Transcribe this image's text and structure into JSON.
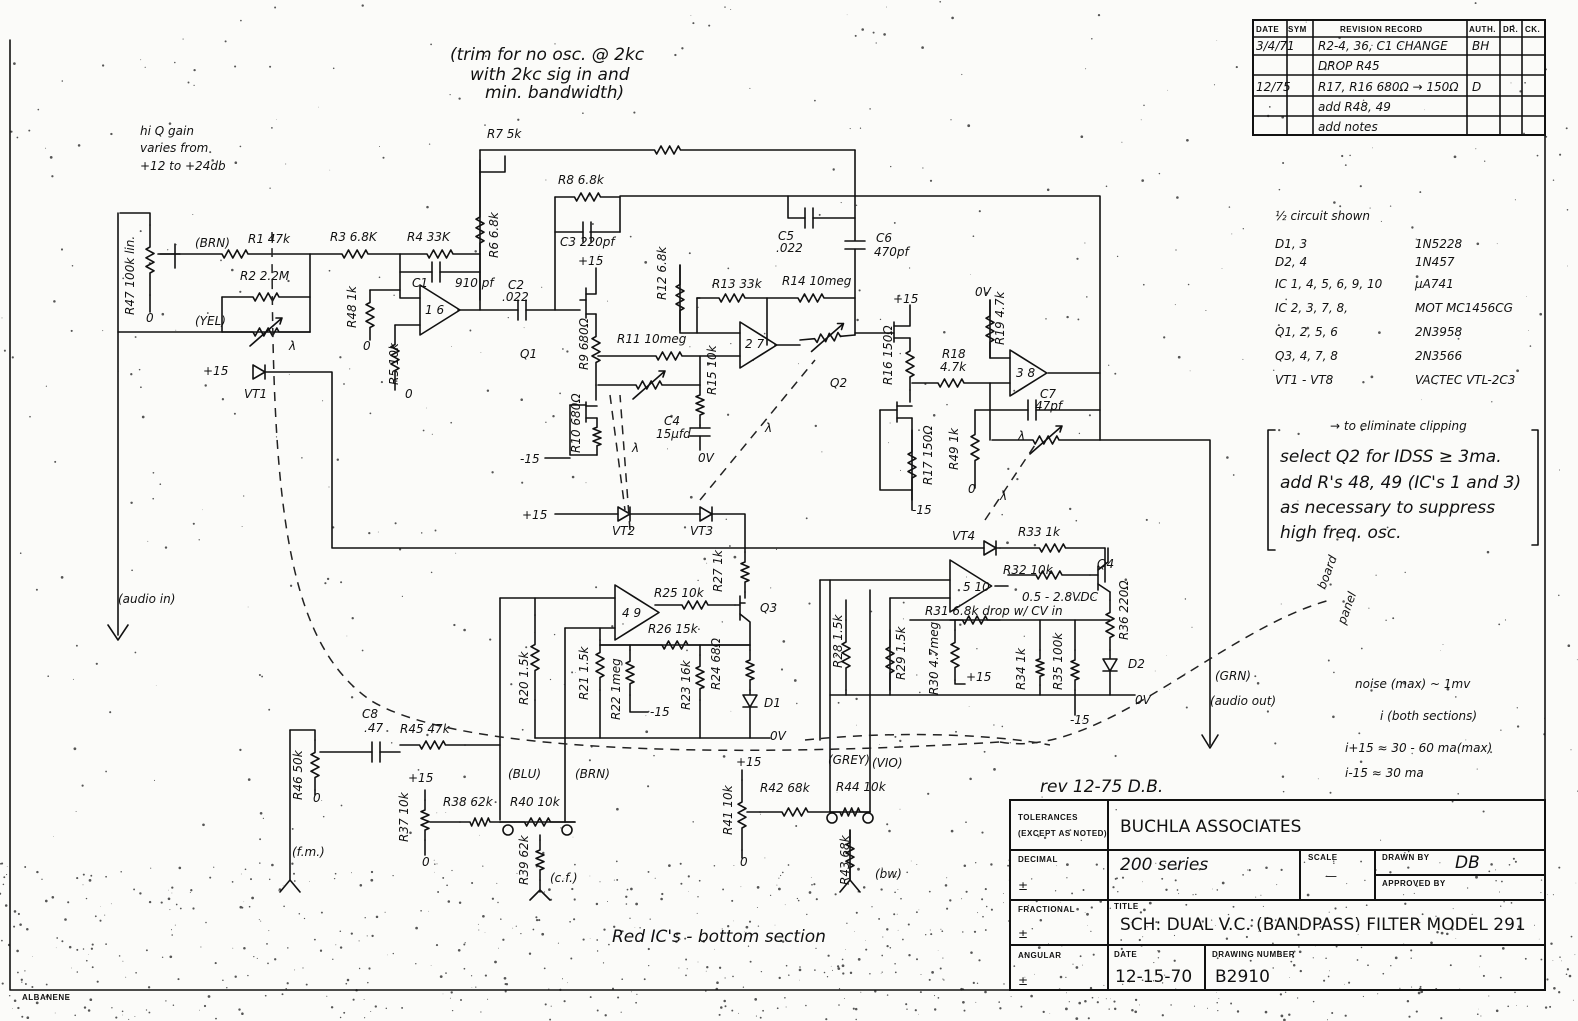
{
  "notes": {
    "trim_1": "(trim for no osc. @ 2kc",
    "trim_2": "with 2kc sig in and",
    "trim_3": "min. bandwidth)",
    "hiq_1": "hi Q gain",
    "hiq_2": "varies from",
    "hiq_3": "+12 to +24db",
    "audio_in": "(audio in)",
    "audio_out_color": "(GRN)",
    "audio_out": "(audio out)",
    "board": "board",
    "panel": "panel",
    "noise": "noise (max) ~ 1mv",
    "i_both": "i (both sections)",
    "i_p15": "i+15 ≈ 30 - 60 ma(max)",
    "i_m15": "i-15 ≈ 30 ma",
    "rev": "rev  12-75   D.B.",
    "red_ics": "Red IC's - bottom section",
    "paper_brand": "ALBANENE",
    "half_circuit": "½ circuit shown",
    "clip_arrow": "→ to eliminate clipping",
    "clip_1": "select Q2 for IDSS ≥ 3ma.",
    "clip_2": "add R's 48, 49 (IC's 1 and 3)",
    "clip_3": "as necessary to suppress",
    "clip_4": "high freq. osc."
  },
  "parts_list": [
    {
      "ref": "D1, 3",
      "part": "1N5228"
    },
    {
      "ref": "D2, 4",
      "part": "1N457"
    },
    {
      "ref": "IC 1, 4, 5, 6, 9, 10",
      "part": "µA741"
    },
    {
      "ref": "IC 2, 3, 7, 8,",
      "part": "MOT MC1456CG"
    },
    {
      "ref": "Q1, 2, 5, 6",
      "part": "2N3958"
    },
    {
      "ref": "Q3, 4, 7, 8",
      "part": "2N3566"
    },
    {
      "ref": "VT1 - VT8",
      "part": "VACTEC VTL-2C3"
    }
  ],
  "labels": {
    "r47": "R47 100k lin.",
    "r47_gnd": "0",
    "brn1": "(BRN)",
    "r1": "R1 47k",
    "r2": "R2 2.2M",
    "yel": "(YEL)",
    "vt1_p15": "+15",
    "vt1": "VT1",
    "r3": "R3 6.8K",
    "r4": "R4 33K",
    "c1": "C1",
    "c1v": "910 pf",
    "r48": "R48 1k",
    "r48_gnd": "0",
    "r5": "R5 10k",
    "r5_gnd": "0",
    "ic1": "1 6",
    "r6": "R6 6.8k",
    "r7": "R7 5k",
    "r8": "R8 6.8k",
    "c3": "C3 220pf",
    "q1_p15": "+15",
    "c2": "C2",
    "c2v": ".022",
    "q1": "Q1",
    "r9": "R9 680Ω",
    "r11": "R11 10meg",
    "r10": "R10 680Ω",
    "q1_m15": "-15",
    "c4": "C4",
    "c4v": "15µfd",
    "c4_gnd": "0V",
    "r15": "R15 10k",
    "r12": "R12 6.8k",
    "r13": "R13 33k",
    "r14": "R14 10meg",
    "ic2": "2 7",
    "c5": "C5",
    "c5v": ".022",
    "c6": "C6",
    "c6v": "470pf",
    "q2_p15": "+15",
    "q2": "Q2",
    "r16": "R16 150Ω",
    "r17": "R17 150Ω",
    "q2_m15": "-15",
    "r18": "R18",
    "r18v": "4.7k",
    "r19_gnd": "0V",
    "r19": "R19 4.7k",
    "ic3": "3 8",
    "c7": "C7",
    "c7v": "47pf",
    "r49": "R49 1k",
    "r49_gnd": "0",
    "lam1": "λ",
    "lam2": "λ",
    "lam3": "λ",
    "lam4": "λ",
    "lam5": "λ",
    "vt_p15": "+15",
    "vt2": "VT2",
    "vt3": "VT3",
    "vt4": "VT4",
    "r33": "R33 1k",
    "r27": "R27 1k",
    "r25": "R25 10k",
    "q3": "Q3",
    "ic4": "4 9",
    "r26": "R26 15k",
    "r20": "R20 1.5k",
    "r21": "R21 1.5k",
    "r22": "R22 1meg",
    "r22_m15": "-15",
    "r23": "R23 16k",
    "r24": "R24 68Ω",
    "d1": "D1",
    "ov1": "0V",
    "c8": "C8",
    "c8v": ".47",
    "r45": "R45 47k",
    "r46": "R46 50k",
    "r46_gnd": "0",
    "r37_p15": "+15",
    "r37": "R37 10k",
    "r37_gnd": "0",
    "r38": "R38 62k",
    "r40": "R40 10k",
    "blu": "(BLU)",
    "brn2": "(BRN)",
    "r39": "R39 62k",
    "cf": "(c.f.)",
    "fm": "(f.m.)",
    "r41_p15": "+15",
    "r41": "R41 10k",
    "r41_gnd": "0",
    "r42": "R42 68k",
    "grey": "(GREY)",
    "vio": "(VIO)",
    "r44": "R44 10k",
    "r43": "R43 68k",
    "bw": "(bw)",
    "ic5": "5 10",
    "r32": "R32 10k",
    "q4": "Q4",
    "cv_range": "0.5 - 2.8VDC",
    "r31": "R31 6.8k drop w/ CV in",
    "r28": "R28 1.5k",
    "r29": "R29 1.5k",
    "r30": "R30 4.7meg",
    "r30_p15": "+15",
    "r34": "R34 1k",
    "r35": "R35 100k",
    "r35_m15": "-15",
    "r36": "R36 220Ω",
    "d2": "D2",
    "ov2": "0V"
  },
  "revision": {
    "headers": {
      "date": "DATE",
      "sym": "SYM",
      "record": "REVISION RECORD",
      "auth": "AUTH.",
      "dr": "DR.",
      "ck": "CK."
    },
    "rows": [
      {
        "date": "3/4/71",
        "record": "R2-4, 36, C1 CHANGE",
        "auth": "BH"
      },
      {
        "date": "",
        "record": "DROP R45",
        "auth": ""
      },
      {
        "date": "12/75",
        "record": "R17, R16  680Ω → 150Ω",
        "auth": "D"
      },
      {
        "date": "",
        "record": "add R48, 49",
        "auth": ""
      },
      {
        "date": "",
        "record": "add notes",
        "auth": ""
      }
    ]
  },
  "title_block": {
    "tolerances": "TOLERANCES",
    "except": "(EXCEPT AS NOTED)",
    "company": "BUCHLA  ASSOCIATES",
    "decimal": "DECIMAL",
    "pm1": "±",
    "series": "200  series",
    "scale_label": "SCALE",
    "scale_value": "—",
    "drawn_by_label": "DRAWN BY",
    "drawn_by": "DB",
    "approved_by_label": "APPROVED BY",
    "fractional": "FRACTIONAL",
    "pm2": "±",
    "title_label": "TITLE",
    "title": "SCH: DUAL V.C. (BANDPASS) FILTER MODEL 291",
    "angular": "ANGULAR",
    "pm3": "±",
    "date_label": "DATE",
    "date": "12-15-70",
    "drawing_number_label": "DRAWING NUMBER",
    "drawing_number": "B2910"
  }
}
